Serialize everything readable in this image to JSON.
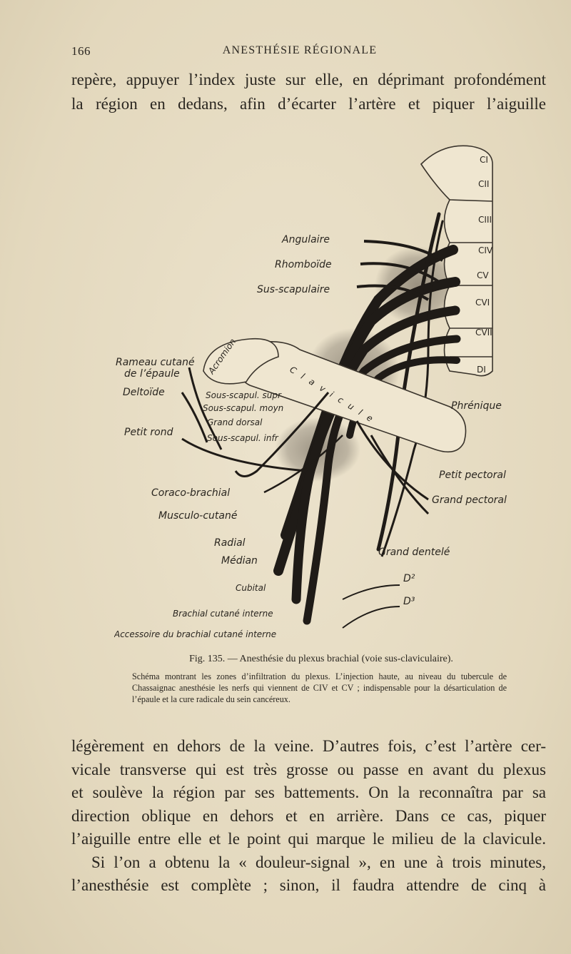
{
  "header": {
    "page_number": "166",
    "running_title": "ANESTHÉSIE RÉGIONALE"
  },
  "text_top": [
    "repère, appuyer l’index juste sur elle, en déprimant profondément",
    "la région en dedans, afin d’écarter l’artère et piquer l’aiguille"
  ],
  "figure": {
    "labels": {
      "angulaire": "Angulaire",
      "rhomboide": "Rhomboïde",
      "sus_scapulaire": "Sus-scapulaire",
      "rameau_1": "Rameau cutané",
      "rameau_2": "de l’épaule",
      "deltoide": "Deltoïde",
      "petit_rond": "Petit rond",
      "acromion": "Acromion",
      "clavicule": "Clavicule",
      "sous_scap_sup": "Sous-scapul. supr",
      "sous_scap_moy": "Sous-scapul. moyn",
      "grand_dorsal": "Grand dorsal",
      "sous_scap_inf": "Sous-scapul. infr",
      "phrenique": "Phrénique",
      "petit_pectoral": "Petit pectoral",
      "grand_pectoral": "Grand pectoral",
      "coraco_brachial": "Coraco-brachial",
      "musculo_cutane": "Musculo-cutané",
      "radial": "Radial",
      "median": "Médian",
      "cubital": "Cubital",
      "grand_dentele": "Grand dentelé",
      "d2": "D²",
      "d3": "D³",
      "brachial_cutane": "Brachial cutané interne",
      "accessoire": "Accessoire du brachial cutané interne"
    },
    "vertebrae": [
      "CI",
      "CII",
      "CIII",
      "CIV",
      "CV",
      "CVI",
      "CVII",
      "DI"
    ]
  },
  "caption": {
    "title": "Fig. 135. — Anesthésie du plexus brachial (voie sus-claviculaire).",
    "body": "Schéma montrant les zones d’infiltration du plexus. L’injection haute, au niveau du tubercule de Chassaignac anesthésie les nerfs qui viennent de CIV et CV ; indispensable pour la désarticulation de l’épaule et la cure radicale du sein cancéreux."
  },
  "text_bottom": [
    "légèrement en dehors de la veine. D’autres fois, c’est l’artère cer-",
    "vicale transverse qui est très grosse ou passe en avant du plexus",
    "et soulève la région par ses battements. On la reconnaîtra par sa",
    "direction oblique en dehors et en arrière. Dans ce cas, piquer",
    "l’aiguille entre elle et le point qui marque le milieu de la clavicule.",
    "Si l’on a obtenu la « douleur-signal », en une à trois minutes,",
    "l’anesthésie est complète ; sinon, il faudra attendre de cinq à"
  ]
}
